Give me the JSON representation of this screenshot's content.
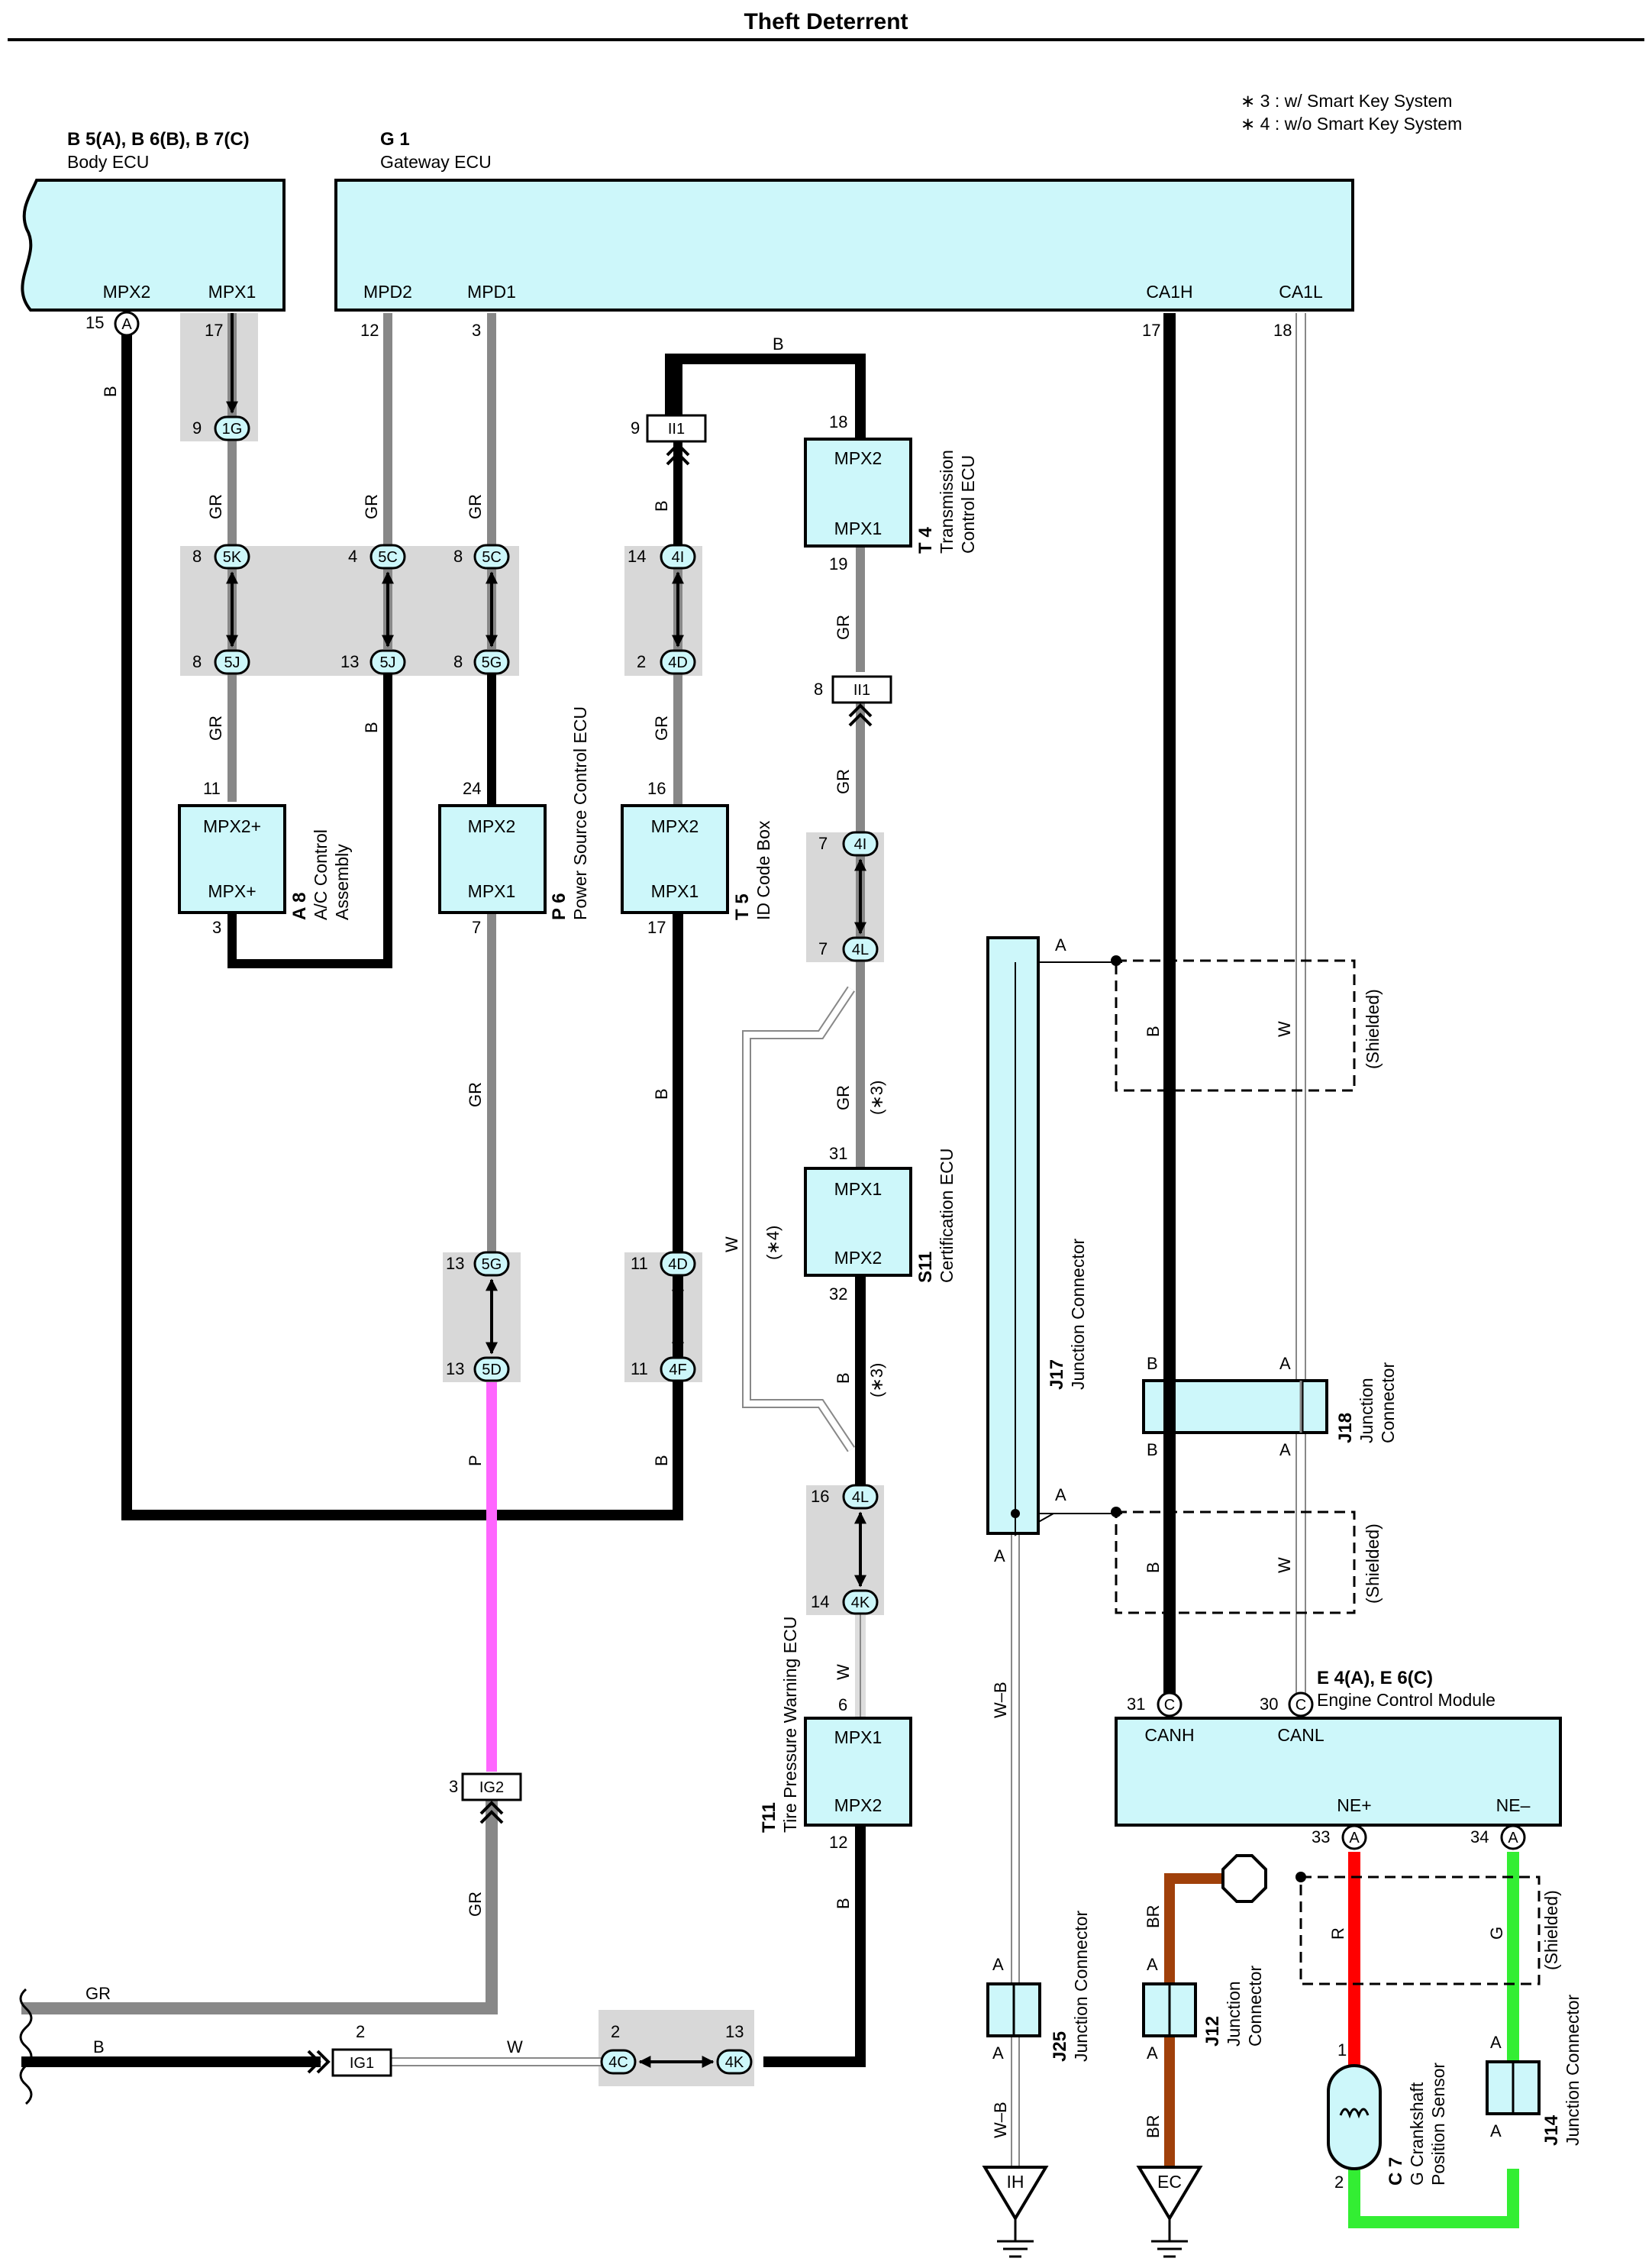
{
  "title": "Theft Deterrent",
  "notes": [
    "∗ 3 : w/ Smart Key System",
    "∗ 4 : w/o Smart Key System"
  ],
  "components": {
    "body_ecu": {
      "code": "B 5(A), B 6(B), B 7(C)",
      "name": "Body ECU",
      "pins": [
        "MPX2",
        "MPX1"
      ]
    },
    "gateway_ecu": {
      "code": "G 1",
      "name": "Gateway ECU",
      "pins": [
        "MPD2",
        "MPD1",
        "CA1H",
        "CA1L"
      ]
    },
    "ac_control": {
      "code": "A 8",
      "name": "A/C Control",
      "name2": "Assembly",
      "pins": [
        "MPX2+",
        "MPX+"
      ]
    },
    "power_source": {
      "code": "P 6",
      "name": "Power Source Control ECU",
      "pins": [
        "MPX2",
        "MPX1"
      ]
    },
    "id_code_box": {
      "code": "T 5",
      "name": "ID Code Box",
      "pins": [
        "MPX2",
        "MPX1"
      ]
    },
    "transmission": {
      "code": "T 4",
      "name": "Transmission",
      "name2": "Control ECU",
      "pins": [
        "MPX2",
        "MPX1"
      ]
    },
    "certification": {
      "code": "S11",
      "name": "Certification ECU",
      "pins": [
        "MPX1",
        "MPX2"
      ]
    },
    "tire_pressure": {
      "code": "T11",
      "name": "Tire Pressure Warning ECU",
      "pins": [
        "MPX1",
        "MPX2"
      ]
    },
    "j17": {
      "code": "J17",
      "name": "Junction Connector"
    },
    "j18": {
      "code": "J18",
      "name": "Junction",
      "name2": "Connector"
    },
    "ecm": {
      "code": "E 4(A), E 6(C)",
      "name": "Engine Control Module",
      "pins": [
        "CANH",
        "CANL",
        "NE+",
        "NE–"
      ]
    },
    "j25": {
      "code": "J25",
      "name": "Junction Connector"
    },
    "j12": {
      "code": "J12",
      "name": "Junction",
      "name2": "Connector"
    },
    "crank": {
      "code": "C 7",
      "name": "Crankshaft",
      "name2": "Position Sensor",
      "g": "G"
    },
    "j14": {
      "code": "J14",
      "name": "Junction Connector"
    }
  },
  "ground_labels": [
    "IH",
    "EC"
  ],
  "shielded_label": "(Shielded)",
  "wire_colors": {
    "black": "#000000",
    "gray": "#888888",
    "pink": "#ff66ff",
    "red": "#ff0000",
    "green": "#33ee33",
    "brown": "#a0400a",
    "white": "#ffffff",
    "box_fill": "#cdf7fa",
    "junction_fill": "#d8d8d8"
  }
}
